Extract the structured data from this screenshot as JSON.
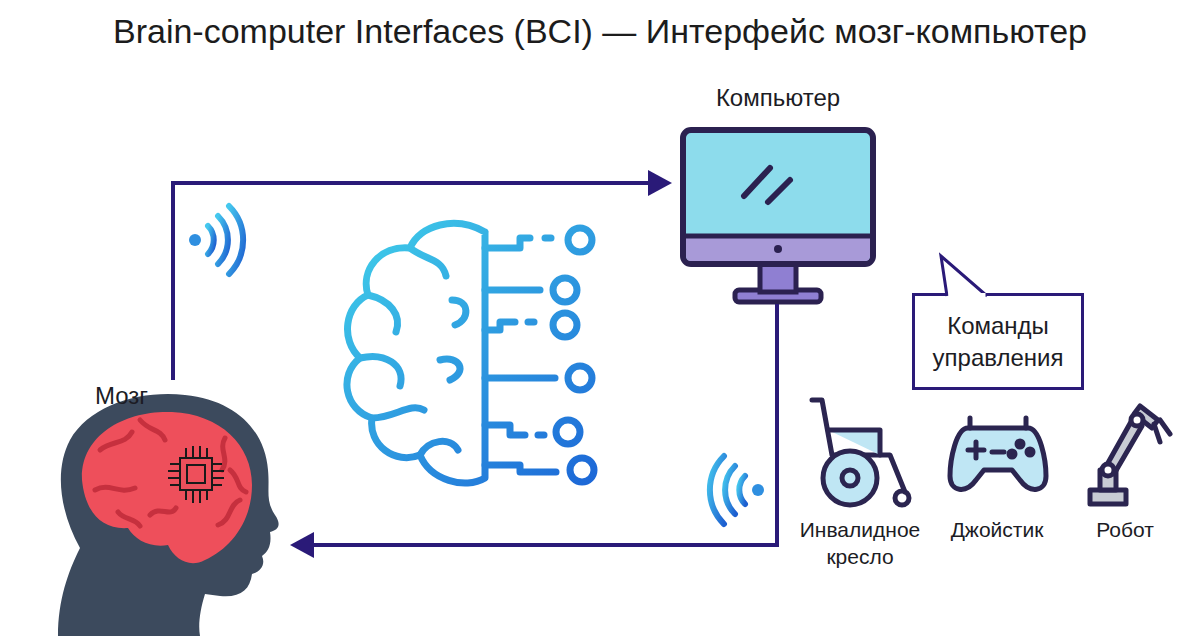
{
  "diagram": {
    "title": "Brain-computer Interfaces (BCI) — Интерфейс мозг-компьютер",
    "nodes": [
      {
        "text": [
          "Компьютер"
        ]
      },
      {
        "text": [
          "Команды управления"
        ]
      },
      {
        "text": [
          "Мозг"
        ]
      }
    ],
    "edges": [
      {
        "from": 2,
        "to": 0,
        "arrow": "to"
      },
      {
        "from": 0,
        "to": 2,
        "arrow": "to"
      }
    ],
    "labels": [
      "Инвалидное кресло",
      "Джойстик",
      "Робот"
    ]
  }
}
